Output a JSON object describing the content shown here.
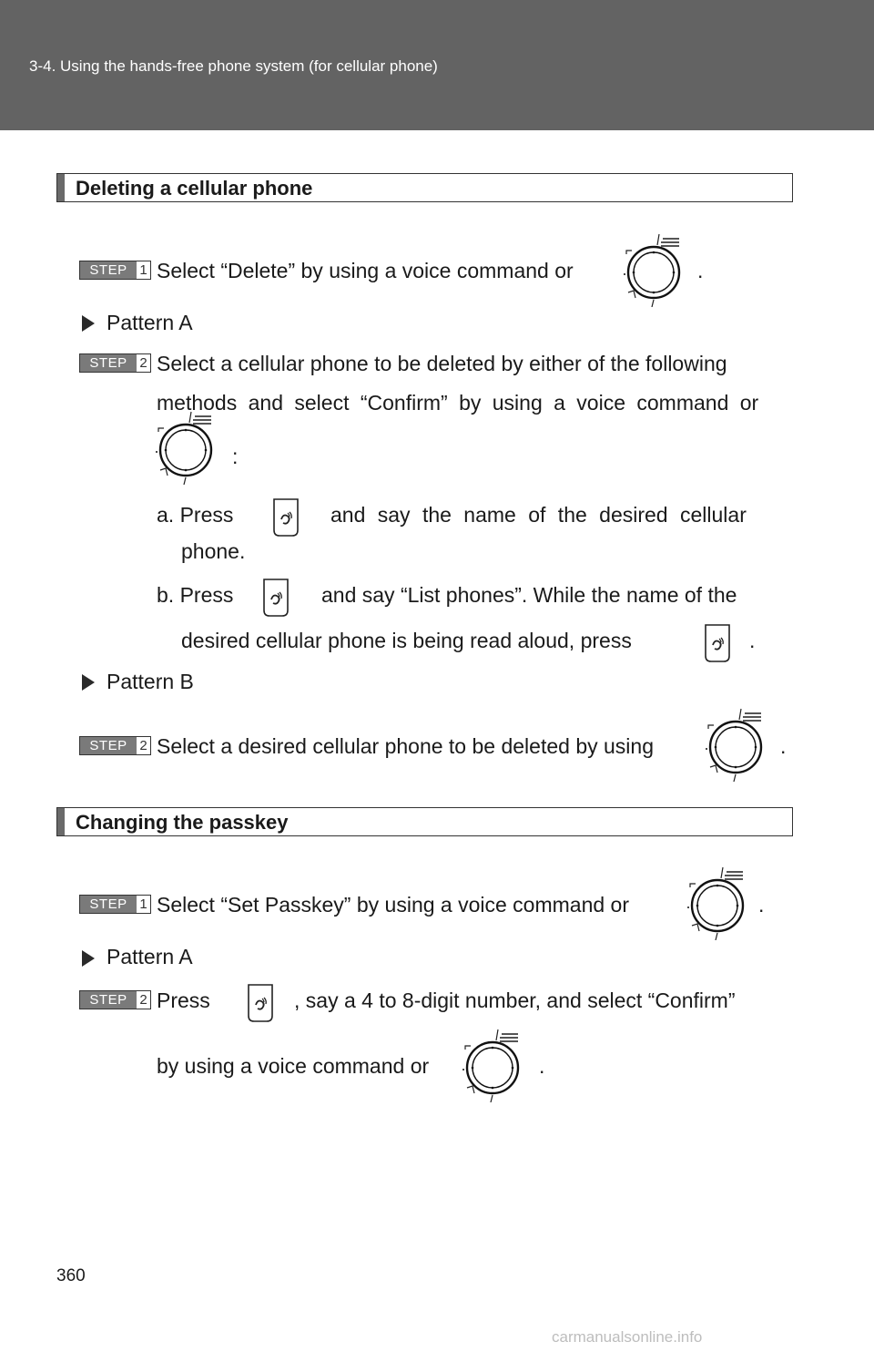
{
  "header": {
    "title": "3-4. Using the hands-free phone system (for cellular phone)"
  },
  "section1": {
    "title": "Deleting a cellular phone",
    "step1": {
      "step_label": "STEP",
      "step_num": "1",
      "text": "Select “Delete” by using a voice command or",
      "end": "."
    },
    "patternA": "Pattern A",
    "stepA2": {
      "step_label": "STEP",
      "step_num": "2",
      "line1": "Select a cellular phone to be deleted by either of the following",
      "line2": "methods and select “Confirm” by using a voice command or",
      "colon": ":",
      "a_press": "a. Press",
      "a_rest": "and say the name of the desired cellular",
      "a_cont": "phone.",
      "b_press": "b. Press",
      "b_rest": "and say “List phones”. While the name of the",
      "b_cont": "desired cellular phone is being read aloud, press",
      "b_end": "."
    },
    "patternB": "Pattern B",
    "stepB2": {
      "step_label": "STEP",
      "step_num": "2",
      "text": "Select a desired cellular phone to be deleted by using",
      "end": "."
    }
  },
  "section2": {
    "title": "Changing the passkey",
    "step1": {
      "step_label": "STEP",
      "step_num": "1",
      "text": "Select “Set Passkey” by using a voice command or",
      "end": "."
    },
    "patternA": "Pattern A",
    "stepA2": {
      "step_label": "STEP",
      "step_num": "2",
      "press": "Press",
      "rest": ", say a 4 to 8-digit number, and select “Confirm”",
      "line2": "by using a voice command or",
      "end": "."
    }
  },
  "footer": {
    "page_number": "360",
    "watermark": "carmanualsonline.info"
  },
  "icons": {
    "knob": "tune-file-knob-icon",
    "voice": "talk-switch-icon"
  }
}
